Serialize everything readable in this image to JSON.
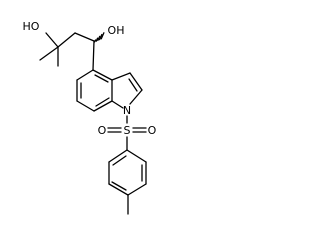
{
  "molecule": {
    "labels": {
      "ho": "HO",
      "oh": "OH",
      "n": "N",
      "s": "S",
      "o_left": "O",
      "o_right": "O"
    }
  }
}
